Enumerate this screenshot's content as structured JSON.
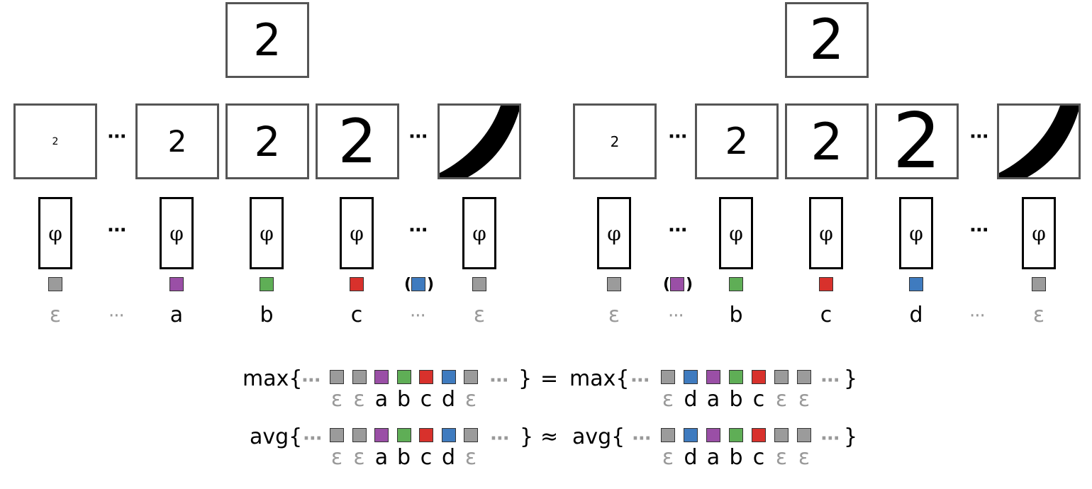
{
  "glyphs": {
    "digit": "2",
    "phi": "φ",
    "epsilon": "ε",
    "ellipsis": "···",
    "paren_open": "(",
    "paren_close": ")"
  },
  "colors": {
    "gray": "#9b9b9b",
    "purple": "#9a4fa6",
    "green": "#5fae56",
    "red": "#d8312c",
    "blue": "#3f7bbf",
    "label_gray": "#999999"
  },
  "left_panel": {
    "columns": [
      {
        "label": "ε",
        "label_gray": true,
        "color": "gray"
      },
      {
        "label": "a",
        "label_gray": false,
        "color": "purple"
      },
      {
        "label": "b",
        "label_gray": false,
        "color": "green"
      },
      {
        "label": "c",
        "label_gray": false,
        "color": "red"
      },
      {
        "label": "ε",
        "label_gray": true,
        "color": "gray"
      }
    ],
    "inserted_color": "blue"
  },
  "right_panel": {
    "columns": [
      {
        "label": "ε",
        "label_gray": true,
        "color": "gray"
      },
      {
        "label": "b",
        "label_gray": false,
        "color": "green"
      },
      {
        "label": "c",
        "label_gray": false,
        "color": "red"
      },
      {
        "label": "d",
        "label_gray": false,
        "color": "blue"
      },
      {
        "label": "ε",
        "label_gray": true,
        "color": "gray"
      }
    ],
    "inserted_color": "purple"
  },
  "equations": [
    {
      "left_op": "max{",
      "left_close": "}",
      "relation": "=",
      "right_op": "max{",
      "right_close": "}",
      "left_seq": [
        {
          "label": "ε",
          "color": "gray"
        },
        {
          "label": "ε",
          "color": "gray"
        },
        {
          "label": "a",
          "color": "purple"
        },
        {
          "label": "b",
          "color": "green"
        },
        {
          "label": "c",
          "color": "red"
        },
        {
          "label": "d",
          "color": "blue"
        },
        {
          "label": "ε",
          "color": "gray"
        }
      ],
      "right_seq": [
        {
          "label": "ε",
          "color": "gray"
        },
        {
          "label": "d",
          "color": "blue"
        },
        {
          "label": "a",
          "color": "purple"
        },
        {
          "label": "b",
          "color": "green"
        },
        {
          "label": "c",
          "color": "red"
        },
        {
          "label": "ε",
          "color": "gray"
        },
        {
          "label": "ε",
          "color": "gray"
        }
      ]
    },
    {
      "left_op": "avg{",
      "left_close": "}",
      "relation": "≈",
      "right_op": "avg{",
      "right_close": "}",
      "left_seq": [
        {
          "label": "ε",
          "color": "gray"
        },
        {
          "label": "ε",
          "color": "gray"
        },
        {
          "label": "a",
          "color": "purple"
        },
        {
          "label": "b",
          "color": "green"
        },
        {
          "label": "c",
          "color": "red"
        },
        {
          "label": "d",
          "color": "blue"
        },
        {
          "label": "ε",
          "color": "gray"
        }
      ],
      "right_seq": [
        {
          "label": "ε",
          "color": "gray"
        },
        {
          "label": "d",
          "color": "blue"
        },
        {
          "label": "a",
          "color": "purple"
        },
        {
          "label": "b",
          "color": "green"
        },
        {
          "label": "c",
          "color": "red"
        },
        {
          "label": "ε",
          "color": "gray"
        },
        {
          "label": "ε",
          "color": "gray"
        }
      ]
    }
  ]
}
